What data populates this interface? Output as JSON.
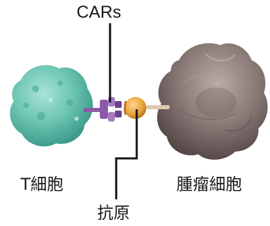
{
  "labels": {
    "cars": "CARs",
    "t_cell": "T細胞",
    "tumor_cell": "腫瘤細胞",
    "antigen": "抗原"
  },
  "colors": {
    "t_cell": "#6cc5b2",
    "t_cell_dark": "#3f9c8b",
    "tumor_cell": "#8a7a78",
    "tumor_cell_dark": "#5e5150",
    "car_receptor": "#8a5aa8",
    "antigen": "#e8a23c",
    "leader_line": "#111111"
  },
  "icons": {
    "t_cell": "t-cell-illustration",
    "tumor_cell": "tumor-cell-illustration",
    "car": "car-receptor-illustration",
    "antigen": "antigen-illustration"
  }
}
